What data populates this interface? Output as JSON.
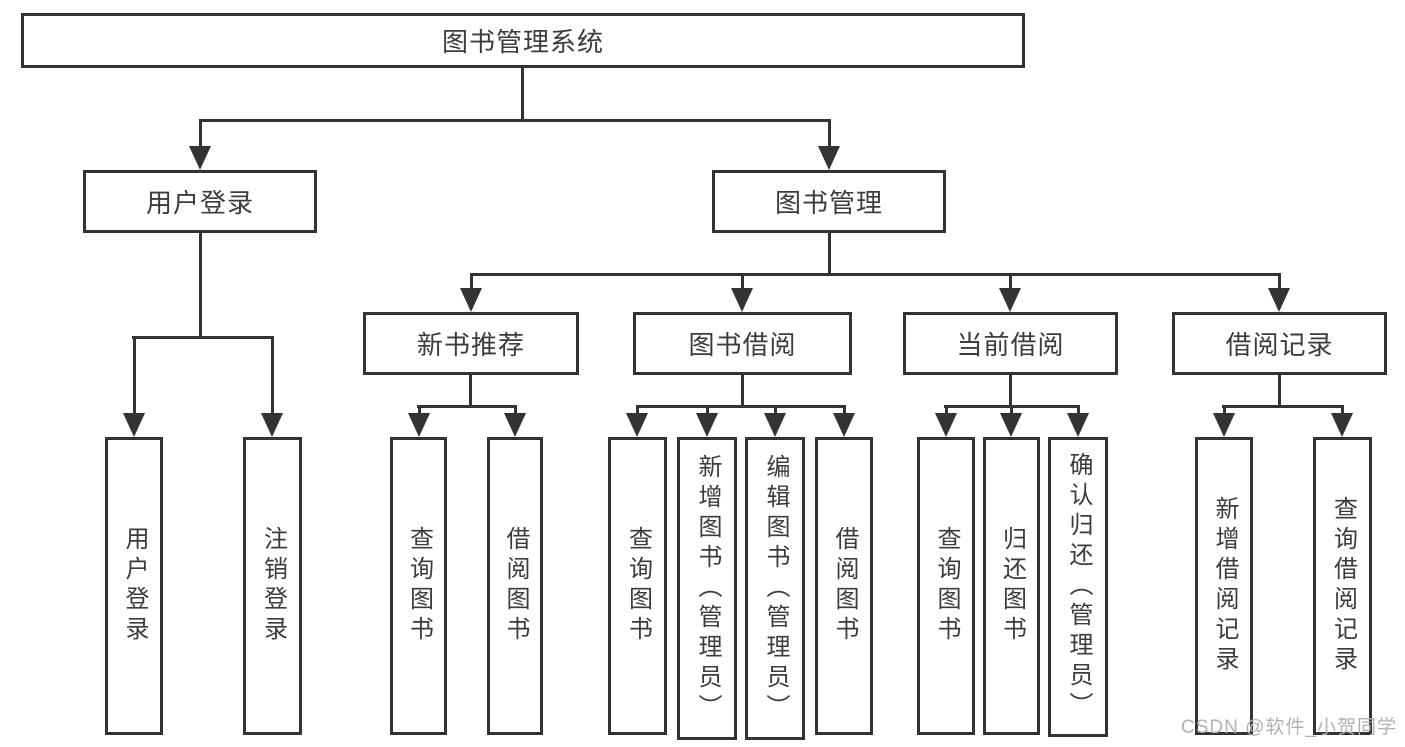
{
  "tree": {
    "root": {
      "label": "图书管理系统"
    },
    "branches": [
      {
        "label": "用户登录",
        "children": [
          {
            "label": "用户登录"
          },
          {
            "label": "注销登录"
          }
        ]
      },
      {
        "label": "图书管理",
        "children": [
          {
            "label": "新书推荐",
            "children": [
              {
                "label": "查询图书"
              },
              {
                "label": "借阅图书"
              }
            ]
          },
          {
            "label": "图书借阅",
            "children": [
              {
                "label": "查询图书"
              },
              {
                "label": "新增图书（管理员）"
              },
              {
                "label": "编辑图书（管理员）"
              },
              {
                "label": "借阅图书"
              }
            ]
          },
          {
            "label": "当前借阅",
            "children": [
              {
                "label": "查询图书"
              },
              {
                "label": "归还图书"
              },
              {
                "label": "确认归还（管理员）"
              }
            ]
          },
          {
            "label": "借阅记录",
            "children": [
              {
                "label": "新增借阅记录"
              },
              {
                "label": "查询借阅记录"
              }
            ]
          }
        ]
      }
    ]
  },
  "watermark": {
    "text": "CSDN @软件_小贺同学"
  },
  "colors": {
    "line": "#333333",
    "text": "#3c3c3c",
    "watermark": "#b2b2b2",
    "background": "#ffffff"
  }
}
